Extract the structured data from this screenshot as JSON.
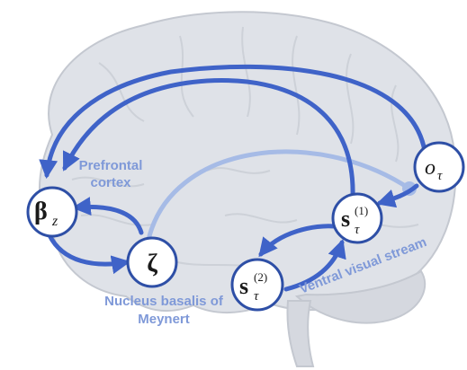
{
  "colors": {
    "arrow_dark": "#3f63c8",
    "arrow_light": "#a6bbe6",
    "label": "#7f99d8",
    "brain_fill": "#dfe2e8",
    "brain_stroke": "#c4c8d0",
    "node_stroke": "#2e4fa6"
  },
  "nodes": {
    "beta": {
      "symbol": "β",
      "subscript": "z"
    },
    "zeta": {
      "symbol": "ζ"
    },
    "s1": {
      "symbol": "s",
      "subscript": "τ",
      "superscript": "(1)"
    },
    "s2": {
      "symbol": "s",
      "subscript": "τ",
      "superscript": "(2)"
    },
    "o": {
      "symbol": "o",
      "subscript": "τ"
    }
  },
  "labels": {
    "prefrontal_line1": "Prefrontal",
    "prefrontal_line2": "cortex",
    "nbm_line1": "Nucleus basalis of",
    "nbm_line2": "Meynert",
    "ventral": "Ventral visual stream"
  }
}
